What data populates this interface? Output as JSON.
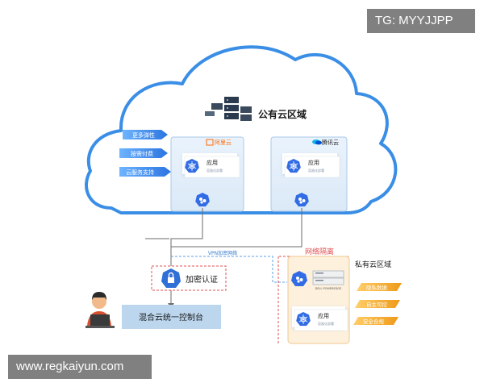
{
  "watermarks": {
    "tg": "TG: MYYJJPP",
    "site": "www.regkaiyun.com"
  },
  "public_cloud": {
    "title": "公有云区域",
    "features": [
      "更多弹性",
      "按需付费",
      "云服务支持"
    ],
    "providers": [
      {
        "logo_text": "阿里云",
        "app_label": "应用",
        "app_sub": "容器化部署",
        "logo_color": "#ff6a00"
      },
      {
        "logo_text": "腾讯云",
        "app_label": "应用",
        "app_sub": "容器化部署",
        "logo_color": "#0052d9"
      }
    ]
  },
  "network": {
    "vpn_label": "VPN加密网络",
    "isolation_label": "网络隔离"
  },
  "auth": {
    "label": "加密认证"
  },
  "console": {
    "label": "混合云统一控制台"
  },
  "private_cloud": {
    "title": "私有云区域",
    "server_label": "DELL POWEREDGE",
    "app_label": "应用",
    "app_sub": "容器化部署",
    "features": [
      "隐私数据",
      "自主可控",
      "安全合规"
    ]
  },
  "colors": {
    "cloud_border": "#3a8ee6",
    "feature_blue": "#2f7fe6",
    "feature_orange": "#f0a020",
    "k8s_blue": "#326ce5",
    "console_fill": "#bcd6ee",
    "private_fill": "#fdf0dc",
    "isolation_red": "#e05050"
  }
}
